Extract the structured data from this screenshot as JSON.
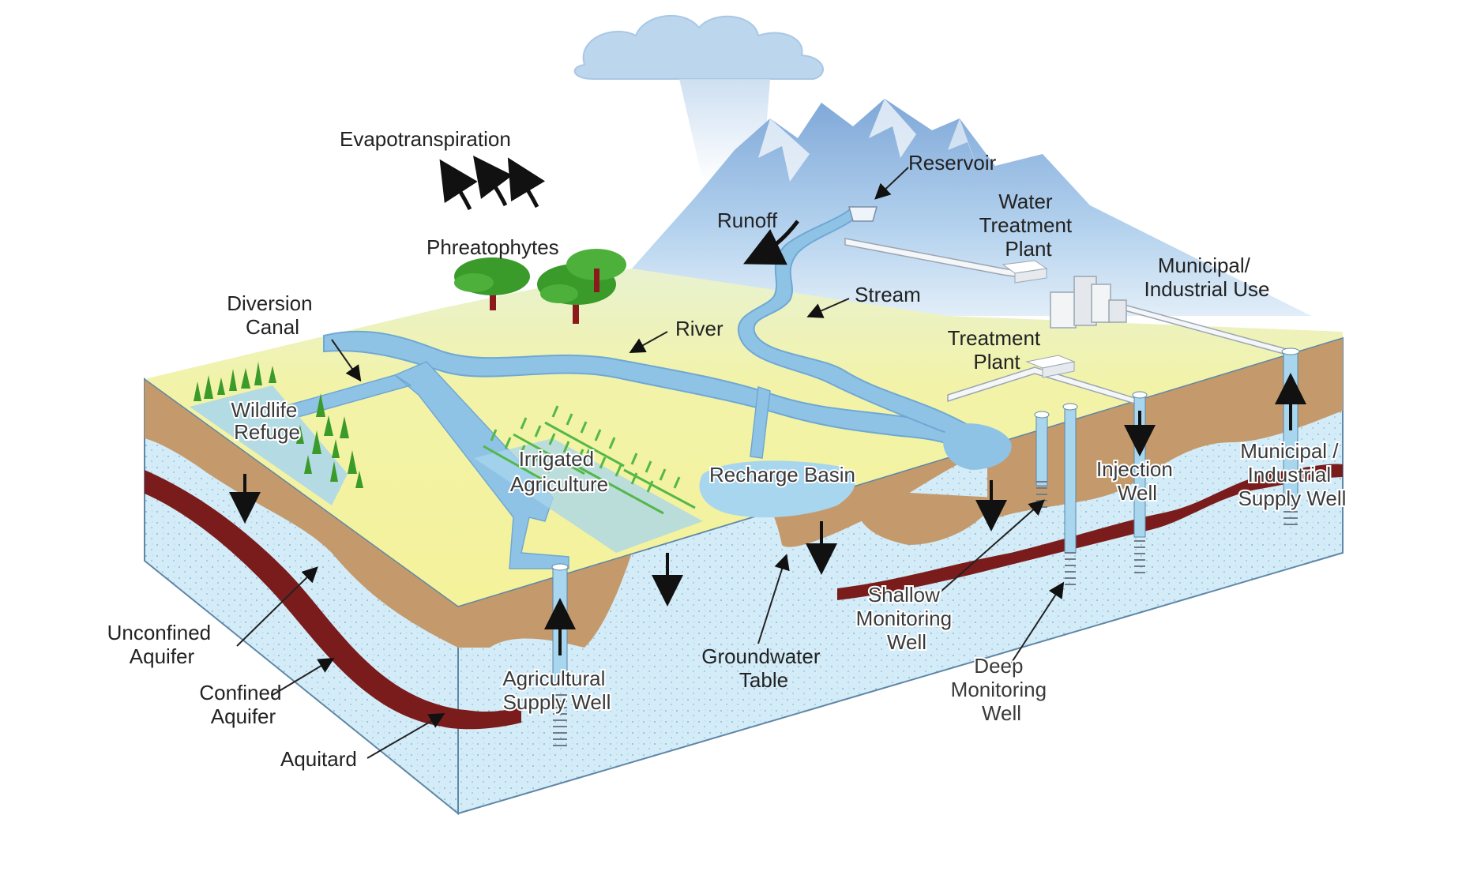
{
  "labels": {
    "evapotranspiration": "Evapotranspiration",
    "phreatophytes": "Phreatophytes",
    "runoff": "Runoff",
    "reservoir": "Reservoir",
    "water_treatment_plant": [
      "Water",
      "Treatment",
      "Plant"
    ],
    "municipal_industrial_use": [
      "Municipal/",
      "Industrial Use"
    ],
    "stream": "Stream",
    "river": "River",
    "treatment_plant": [
      "Treatment",
      "Plant"
    ],
    "diversion_canal": [
      "Diversion",
      "Canal"
    ],
    "wildlife_refuge": [
      "Wildlife",
      "Refuge"
    ],
    "irrigated_agriculture": [
      "Irrigated",
      "Agriculture"
    ],
    "recharge_basin": "Recharge Basin",
    "injection_well": [
      "Injection",
      "Well"
    ],
    "municipal_industrial_supply_well": [
      "Municipal /",
      "Industrial",
      "Supply Well"
    ],
    "unconfined_aquifer": [
      "Unconfined",
      "Aquifer"
    ],
    "confined_aquifer": [
      "Confined",
      "Aquifer"
    ],
    "aquitard": "Aquitard",
    "agricultural_supply_well": [
      "Agricultural",
      "Supply Well"
    ],
    "groundwater_table": [
      "Groundwater",
      "Table"
    ],
    "shallow_monitoring_well": [
      "Shallow",
      "Monitoring",
      "Well"
    ],
    "deep_monitoring_well": [
      "Deep",
      "Monitoring",
      "Well"
    ]
  },
  "colors": {
    "sky_cloud": "#bcd6ee",
    "mountain": "#9cc0e4",
    "surface_field": "#f2f29c",
    "water": "#8fc3e6",
    "soil": "#c49a6c",
    "aquifer": "#d3ecf8",
    "aquitard": "#7b1c1c",
    "tree": "#3a9a2a",
    "arrow": "#111111"
  }
}
